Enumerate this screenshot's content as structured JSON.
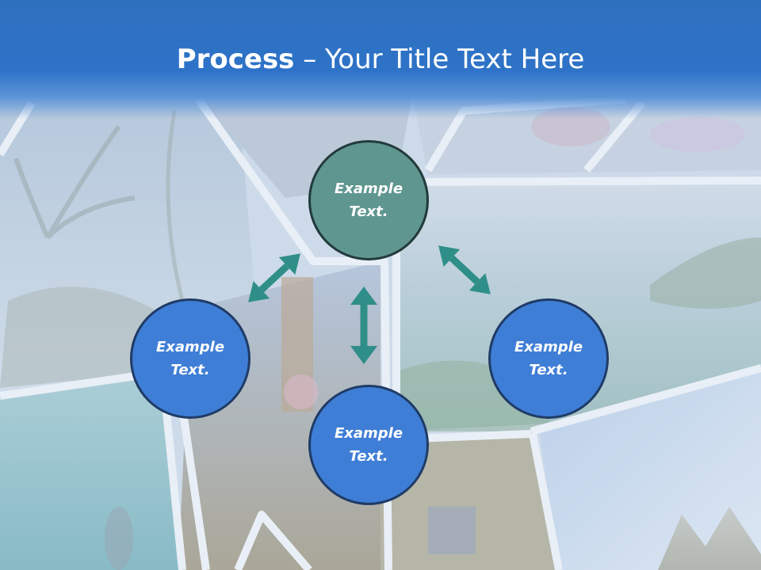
{
  "title": {
    "bold": "Process",
    "rest": " – Your Title Text Here"
  },
  "nodes": {
    "top": "Example\nText.",
    "left": "Example\nText.",
    "right": "Example\nText.",
    "bottom": "Example\nText."
  },
  "colors": {
    "header": "#2e73c8",
    "node_top": "#5f9690",
    "node_blue": "#3f7ed6",
    "arrow": "#2f8f88"
  }
}
